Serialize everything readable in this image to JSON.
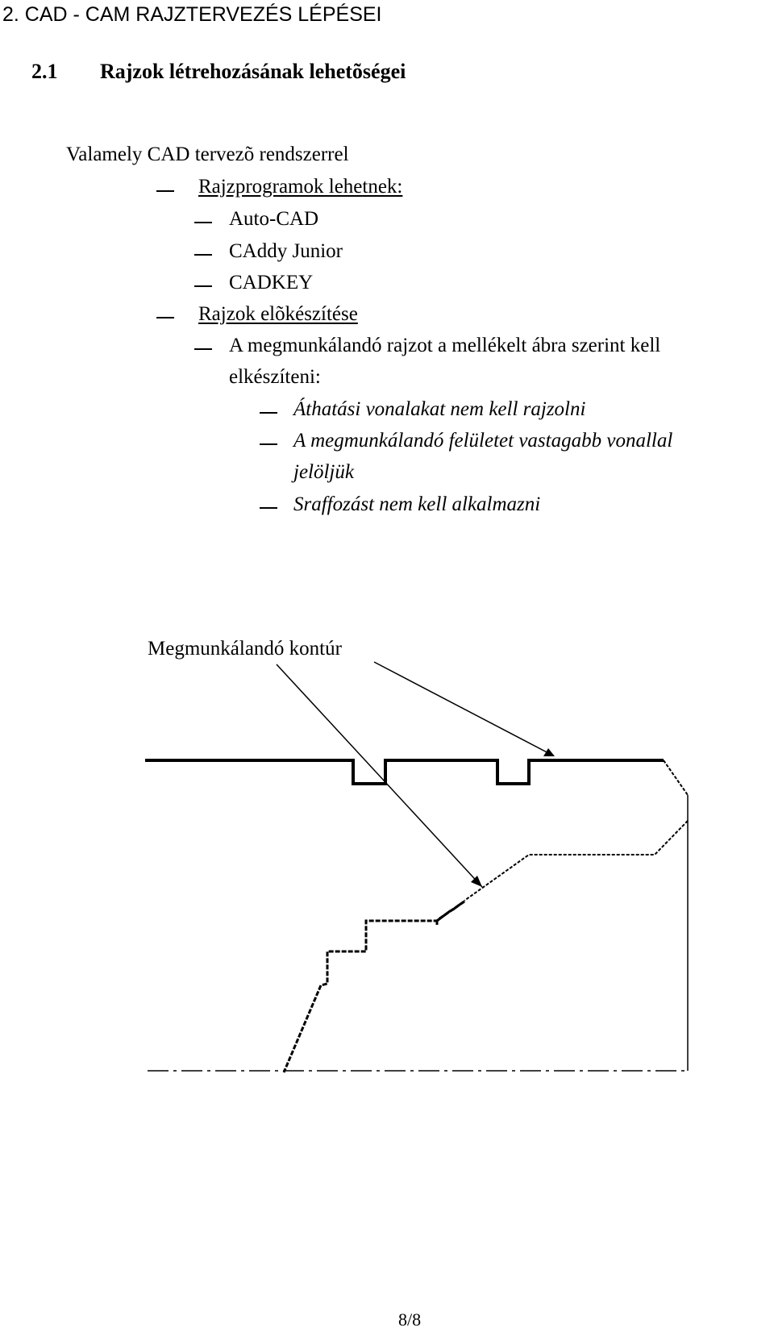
{
  "heading1": "2.  CAD - CAM RAJZTERVEZÉS LÉPÉSEI",
  "heading2": {
    "number": "2.1",
    "title": "Rajzok létrehozásának lehetõségei"
  },
  "intro": "Valamely CAD tervezõ rendszerrel",
  "list": {
    "programs_heading": "Rajzprogramok lehetnek:",
    "programs": [
      "Auto-CAD",
      "CAddy Junior",
      "CADKEY"
    ],
    "prep_heading": "Rajzok elõkészítése",
    "prep_item_line1": "A megmunkálandó rajzot a mellékelt ábra szerint kell",
    "prep_item_line2": "elkészíteni:",
    "rules": {
      "r1": "Áthatási vonalakat nem kell rajzolni",
      "r2_line1": "A megmunkálandó felületet vastagabb vonallal",
      "r2_line2": "jelöljük",
      "r3": "Sraffozást nem kell alkalmazni"
    }
  },
  "figure": {
    "label": "Megmunkálandó kontúr"
  },
  "footer": {
    "page": "8/8"
  }
}
